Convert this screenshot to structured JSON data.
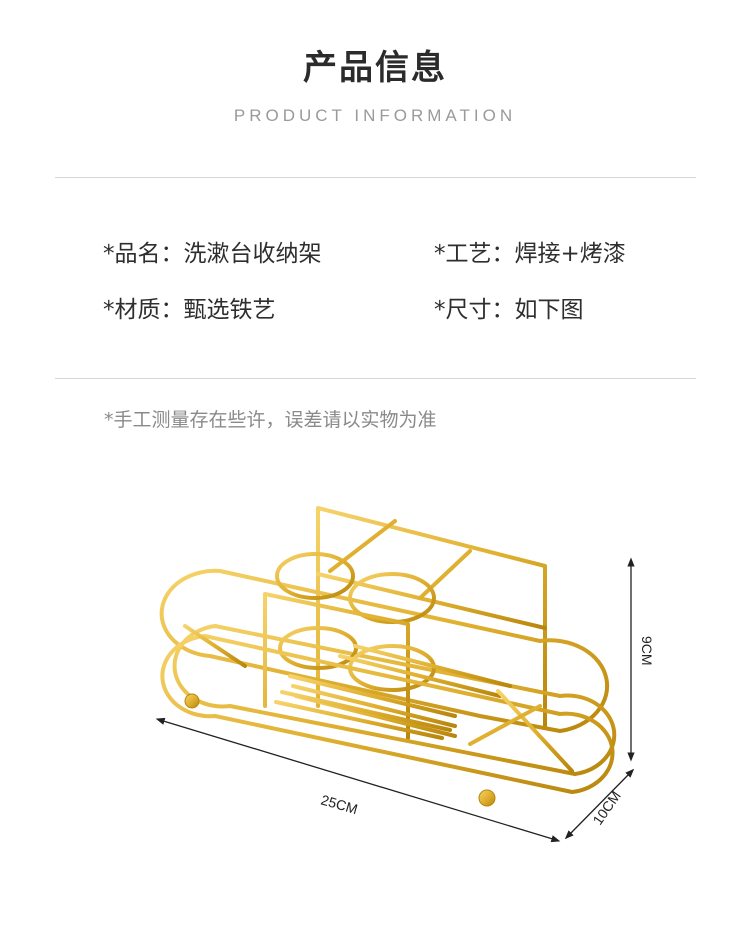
{
  "header": {
    "title": "产品信息",
    "subtitle": "PRODUCT INFORMATION"
  },
  "specs": {
    "name": "*品名：洗漱台收纳架",
    "craft": "*工艺：焊接+烤漆",
    "material": "*材质：甄选铁艺",
    "size": "*尺寸：如下图"
  },
  "note": "*手工测量存在些许，误差请以实物为准",
  "dimensions": {
    "length": "25CM",
    "width": "10CM",
    "height": "9CM"
  },
  "colors": {
    "gold": "#E0B030",
    "gold_dark": "#B8860B"
  }
}
